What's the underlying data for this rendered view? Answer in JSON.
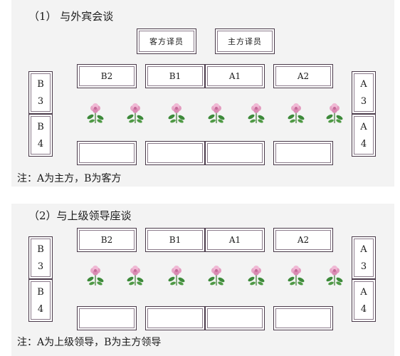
{
  "section1": {
    "title": "（1）  与外宾会谈",
    "interpreters": [
      "客方译员",
      "主方译员"
    ],
    "top_seats": [
      "B2",
      "B1",
      "A1",
      "A2"
    ],
    "left_seats": [
      [
        "B",
        "3"
      ],
      [
        "B",
        "4"
      ]
    ],
    "right_seats": [
      [
        "A",
        "3"
      ],
      [
        "A",
        "4"
      ]
    ],
    "note": "注：A为主方，B为客方"
  },
  "section2": {
    "title": "（2）与上级领导座谈",
    "top_seats": [
      "B2",
      "B1",
      "A1",
      "A2"
    ],
    "left_seats": [
      [
        "B",
        "3"
      ],
      [
        "B",
        "4"
      ]
    ],
    "right_seats": [
      [
        "A",
        "3"
      ],
      [
        "A",
        "4"
      ]
    ],
    "note": "注：A为上级领导，B为主方领导"
  },
  "colors": {
    "panel_bg": "#f3f3f3",
    "border": "#4a3a4a",
    "flower_pink": "#e8a8c8",
    "leaf_green": "#3d8a3a"
  },
  "icons": {
    "flower": "flower-icon"
  }
}
